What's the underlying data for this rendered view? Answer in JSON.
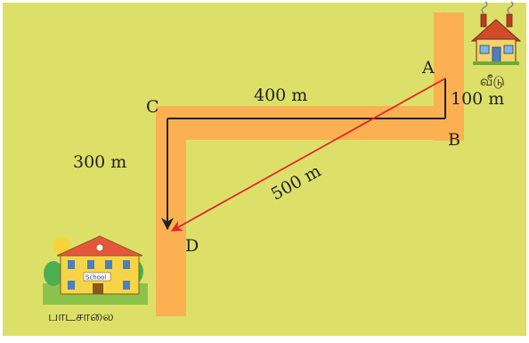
{
  "points": {
    "a": "A",
    "b": "B",
    "c": "C",
    "d": "D"
  },
  "distances": {
    "ab": "100 m",
    "cb": "400 m",
    "cd": "300 m",
    "ad": "500 m"
  },
  "places": {
    "home": "வீடு",
    "school": "பாடசாலை",
    "school_sign": "School"
  },
  "colors": {
    "background": "#dce069",
    "road": "#fbb152",
    "path": "#231f20",
    "displacement": "#e0262b"
  }
}
